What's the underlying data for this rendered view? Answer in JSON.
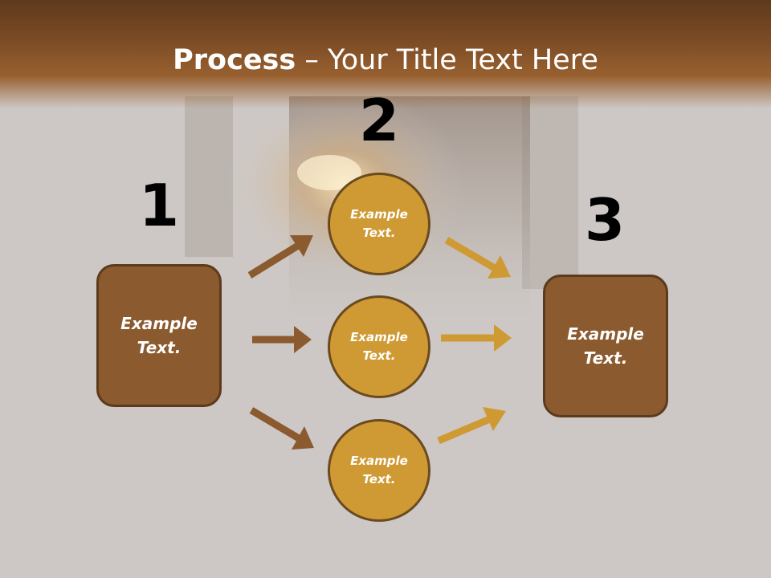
{
  "title": {
    "bold": "Process",
    "rest": " – Your Title Text Here"
  },
  "steps": [
    {
      "number": "1",
      "text": "Example Text."
    },
    {
      "number": "2",
      "items": [
        "Example Text.",
        "Example Text.",
        "Example Text."
      ]
    },
    {
      "number": "3",
      "text": "Example Text."
    }
  ],
  "colors": {
    "header_brown": "#7a4a24",
    "box_fill": "#8b5a2f",
    "circle_fill": "#cf9a33",
    "left_arrow": "#8b5a2f",
    "right_arrow": "#cf9a33",
    "background": "#cdc8c5"
  }
}
